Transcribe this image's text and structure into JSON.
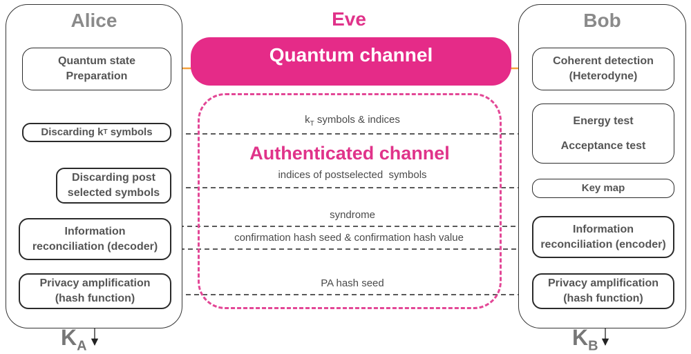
{
  "alice": {
    "title": "Alice",
    "boxes": {
      "prep": "Quantum state\nPreparation",
      "discard_kt_pre": "Discarding k",
      "discard_kt_sub": "T",
      "discard_kt_post": " symbols",
      "discard_post": "Discarding post\nselected symbols",
      "ir": "Information\nreconciliation (decoder)",
      "pa": "Privacy amplification\n(hash function)"
    },
    "key": "K",
    "key_sub": "A"
  },
  "bob": {
    "title": "Bob",
    "boxes": {
      "detect": "Coherent detection\n(Heterodyne)",
      "energy": "Energy test",
      "acceptance": "Acceptance test",
      "keymap": "Key map",
      "ir": "Information\nreconciliation (encoder)",
      "pa": "Privacy amplification\n(hash function)"
    },
    "key": "K",
    "key_sub": "B"
  },
  "eve": {
    "title": "Eve"
  },
  "quantum_channel": {
    "label": "Quantum channel",
    "color": "#e52b88",
    "arrow_color": "#f5a13c"
  },
  "authenticated_channel": {
    "title": "Authenticated channel",
    "color": "#e34796",
    "messages": {
      "kt_pre": "k",
      "kt_sub": "T",
      "kt_post": " symbols & indices",
      "indices": "indices of postselected  symbols",
      "syndrome": "syndrome",
      "confirmation": "confirmation hash seed & confirmation hash value",
      "pa_seed": "PA hash seed"
    }
  }
}
